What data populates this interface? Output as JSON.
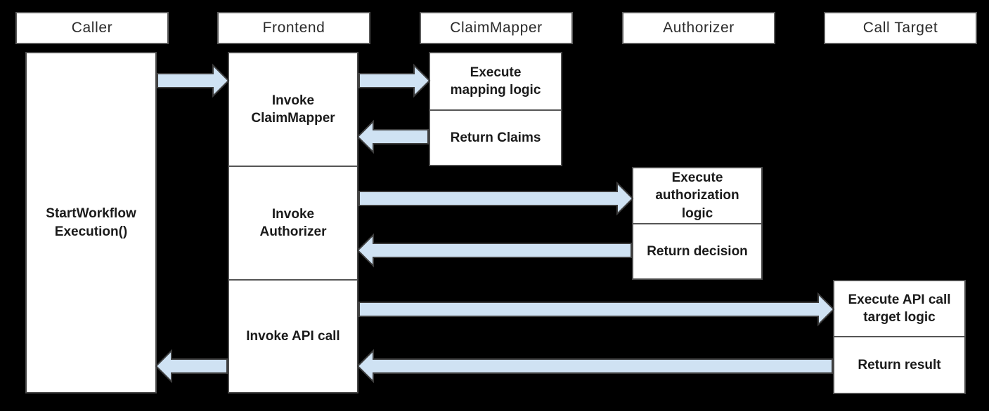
{
  "theme": {
    "background": "#000000",
    "box_fill": "#ffffff",
    "box_border": "#4a4a4a",
    "header_border": "#5a5a5a",
    "arrow_fill": "#cfe2f3",
    "arrow_stroke": "#3d3d3d",
    "text_color": "#1a1a1a"
  },
  "lanes": [
    {
      "label": "Caller"
    },
    {
      "label": "Frontend"
    },
    {
      "label": "ClaimMapper"
    },
    {
      "label": "Authorizer"
    },
    {
      "label": "Call Target"
    }
  ],
  "tasks": {
    "caller_exec": {
      "lines": [
        "StartWorkflow",
        "Execution()"
      ]
    },
    "frontend_invoke_claimmapper": {
      "lines": [
        "Invoke",
        "ClaimMapper"
      ]
    },
    "frontend_invoke_authorizer": {
      "lines": [
        "Invoke",
        "Authorizer"
      ]
    },
    "frontend_invoke_api_call": {
      "lines": [
        "Invoke API call"
      ]
    },
    "claimmapper_execute": {
      "lines": [
        "Execute",
        "mapping logic"
      ]
    },
    "claimmapper_return": {
      "lines": [
        "Return Claims"
      ]
    },
    "authorizer_execute": {
      "lines": [
        "Execute",
        "authorization",
        "logic"
      ]
    },
    "authorizer_return": {
      "lines": [
        "Return decision"
      ]
    },
    "calltarget_execute": {
      "lines": [
        "Execute API call",
        "target logic"
      ]
    },
    "calltarget_return": {
      "lines": [
        "Return result"
      ]
    }
  },
  "flows": [
    {
      "from": "Caller",
      "to": "Frontend"
    },
    {
      "from": "Frontend",
      "to": "ClaimMapper"
    },
    {
      "from": "ClaimMapper",
      "to": "Frontend"
    },
    {
      "from": "Frontend",
      "to": "Authorizer"
    },
    {
      "from": "Authorizer",
      "to": "Frontend"
    },
    {
      "from": "Frontend",
      "to": "Call Target"
    },
    {
      "from": "Call Target",
      "to": "Frontend"
    },
    {
      "from": "Frontend",
      "to": "Caller"
    }
  ]
}
